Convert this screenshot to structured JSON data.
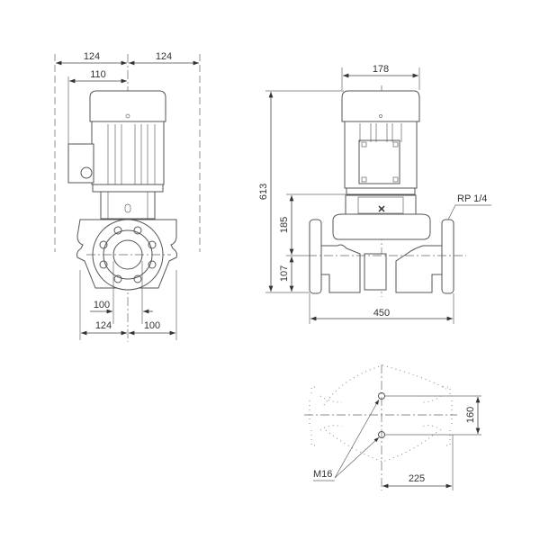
{
  "drawing": {
    "type": "pump dimensional drawing",
    "side_view": {
      "dims": {
        "top_left_width": "124",
        "top_right_width": "124",
        "junction_box_offset": "110",
        "flange_half_inner": "100",
        "bottom_left": "124",
        "bottom_right": "100"
      }
    },
    "front_view": {
      "dims": {
        "motor_width": "178",
        "total_height": "613",
        "upper_height": "185",
        "lower_height": "107",
        "port_to_port": "450",
        "port_label": "RP 1/4"
      }
    },
    "foot_view": {
      "dims": {
        "bolt_spacing": "160",
        "bolt_offset": "225",
        "bolt_label": "M16"
      }
    }
  }
}
